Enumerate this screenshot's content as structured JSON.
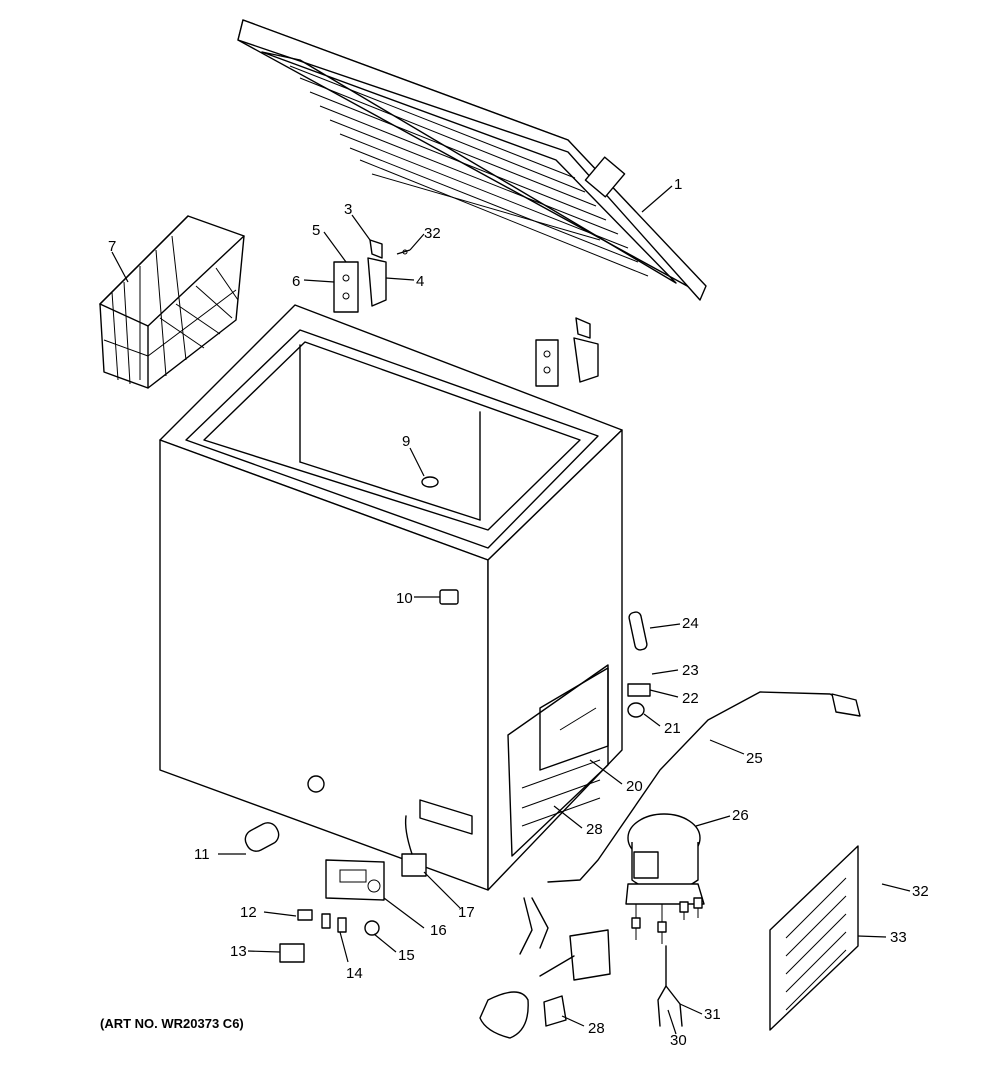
{
  "caption": "(ART NO. WR20373 C6)",
  "callouts": [
    "1",
    "3",
    "32",
    "5",
    "4",
    "6",
    "7",
    "9",
    "10",
    "24",
    "23",
    "22",
    "21",
    "25",
    "20",
    "28",
    "26",
    "11",
    "17",
    "16",
    "12",
    "15",
    "14",
    "13",
    "32",
    "33",
    "31",
    "28",
    "30"
  ]
}
